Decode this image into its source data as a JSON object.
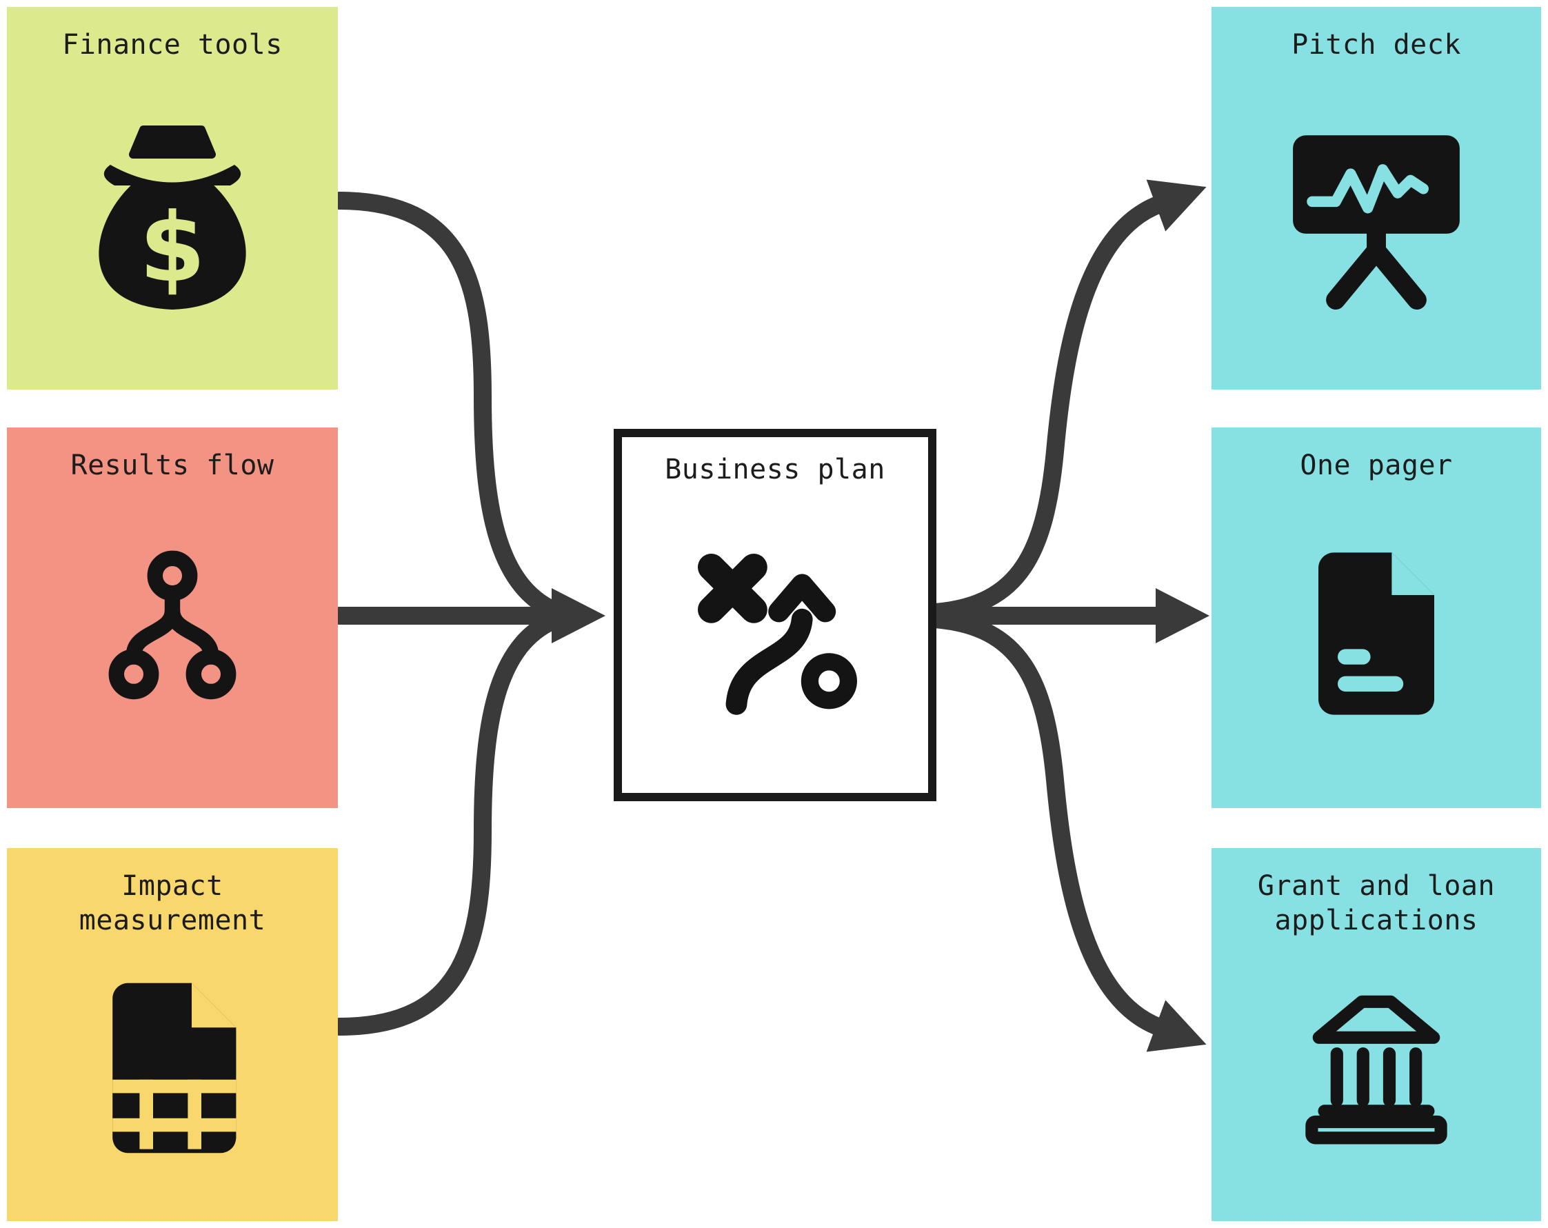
{
  "diagram": {
    "inputs": [
      {
        "label": "Finance tools",
        "icon": "money-bag-icon",
        "color": "#dce98c"
      },
      {
        "label": "Results flow",
        "icon": "flow-tree-icon",
        "color": "#f29384"
      },
      {
        "label": "Impact measurement",
        "icon": "impact-report-icon",
        "color": "#f8d76c"
      }
    ],
    "center": {
      "label": "Business plan",
      "icon": "strategy-icon",
      "border_color": "#1a1a1a"
    },
    "outputs": [
      {
        "label": "Pitch deck",
        "icon": "presentation-chart-icon",
        "color": "#87e1e3"
      },
      {
        "label": "One pager",
        "icon": "one-pager-document-icon",
        "color": "#87e1e3"
      },
      {
        "label": "Grant and loan applications",
        "icon": "bank-icon",
        "color": "#87e1e3"
      }
    ],
    "colors": {
      "arrow": "#3a3a3a",
      "ink": "#141414",
      "background": "#ffffff"
    }
  }
}
